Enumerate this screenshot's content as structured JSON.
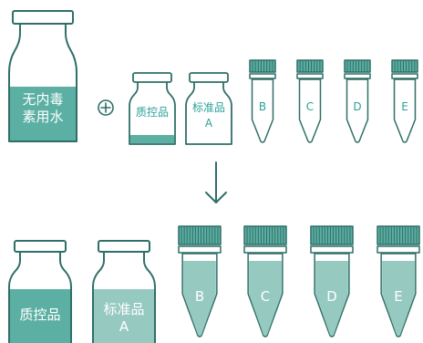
{
  "colors": {
    "outline": "#2f6f67",
    "liquid": "#5cafa3",
    "liquid_light": "#96c9c0",
    "text_white": "#ffffff",
    "text_teal": "#2aa197",
    "background": "#ffffff"
  },
  "top": {
    "water": {
      "line1": "无内毒",
      "line2": "素用水"
    },
    "plus_icon": "plus-circle-icon",
    "qc": {
      "label": "质控品"
    },
    "standard": {
      "line1": "标准品",
      "line2": "A"
    },
    "tubes": [
      "B",
      "C",
      "D",
      "E"
    ]
  },
  "arrow_icon": "arrow-down-icon",
  "bottom": {
    "qc": {
      "label": "质控品"
    },
    "standard": {
      "line1": "标准品",
      "line2": "A"
    },
    "tubes": [
      "B",
      "C",
      "D",
      "E"
    ]
  }
}
